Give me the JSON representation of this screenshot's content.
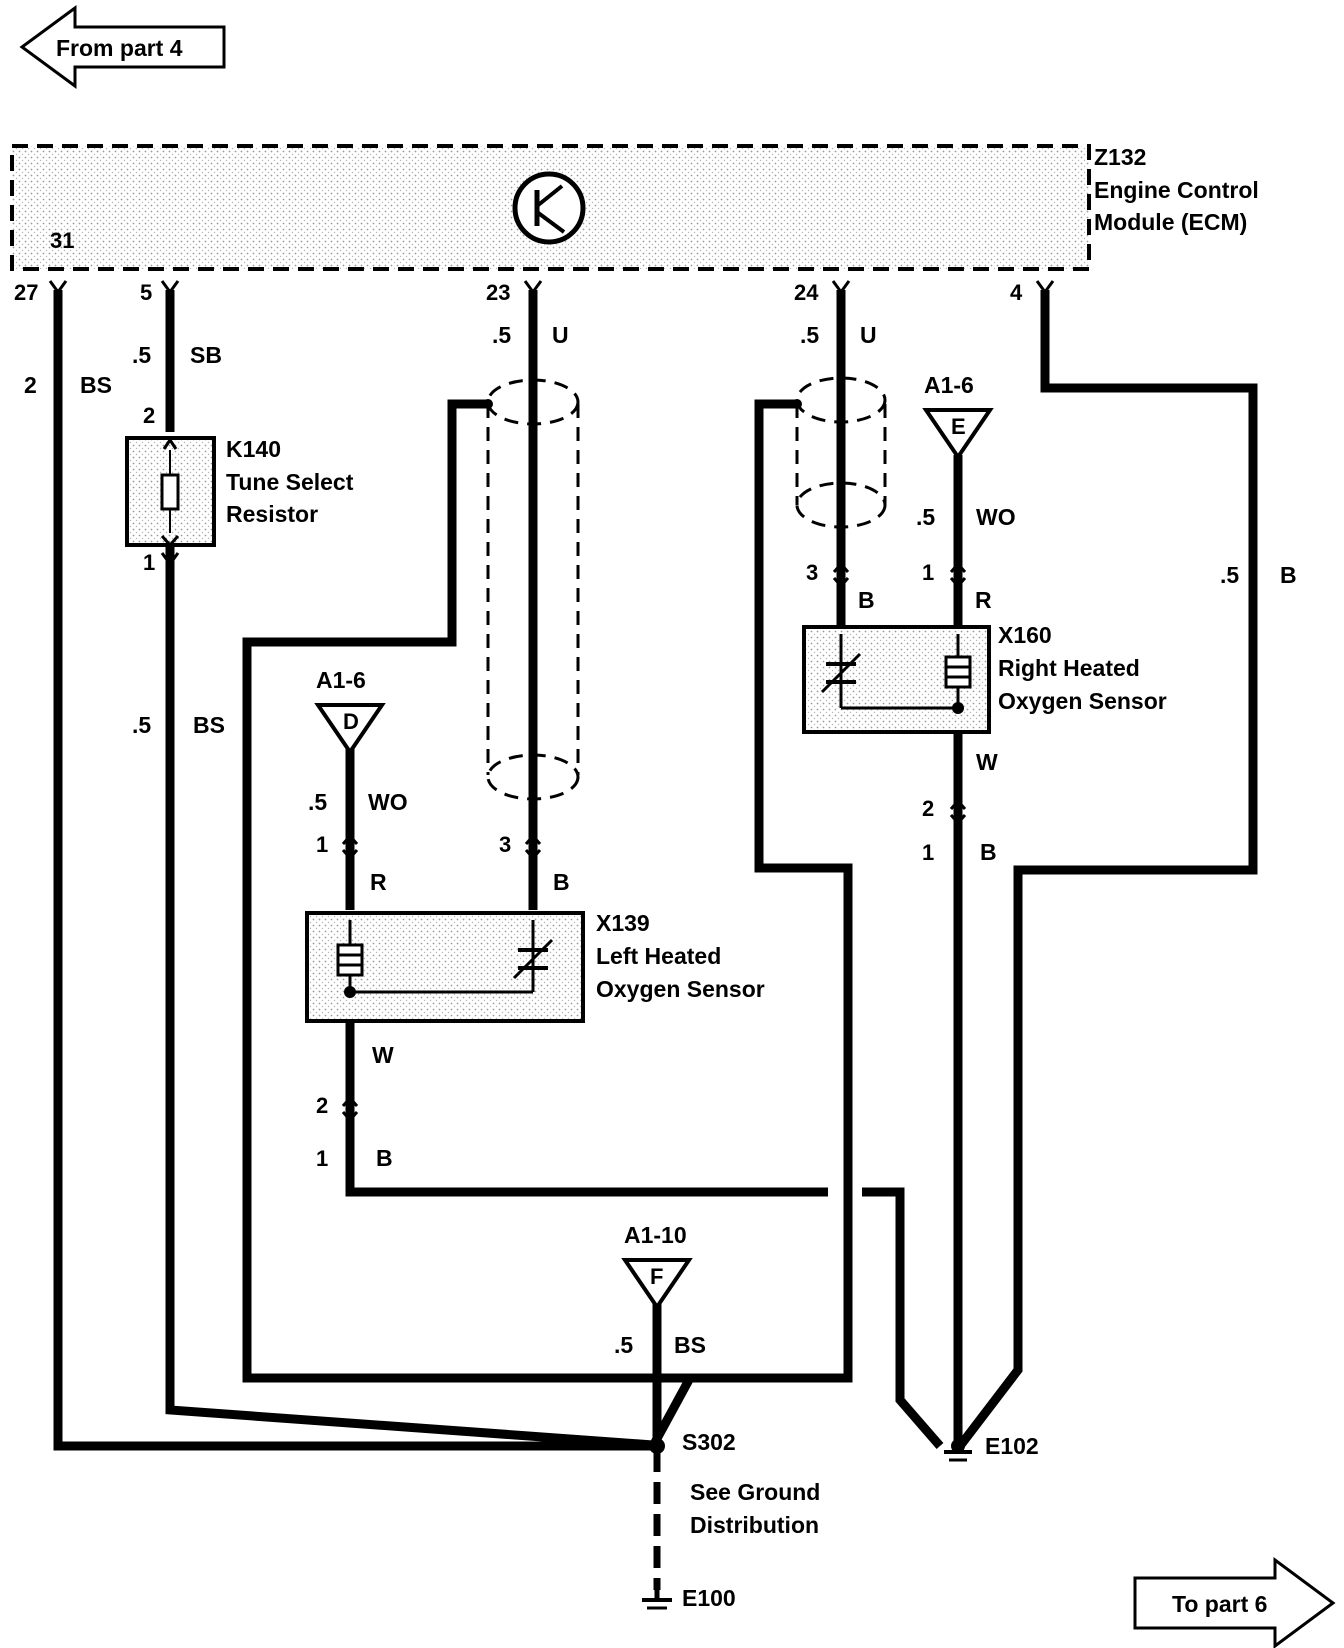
{
  "nav": {
    "from_label": "From part 4",
    "to_label": "To part 6"
  },
  "ecm": {
    "id": "Z132",
    "name_line1": "Engine Control",
    "name_line2": "Module (ECM)",
    "internal_pin": "31",
    "pins": [
      "27",
      "5",
      "23",
      "24",
      "4"
    ]
  },
  "wires": {
    "w27": {
      "size": "2",
      "color": "BS"
    },
    "w5": {
      "size": ".5",
      "color": "SB"
    },
    "w5b": {
      "size": ".5",
      "color": "BS"
    },
    "w23": {
      "size": ".5",
      "color": "U"
    },
    "w24": {
      "size": ".5",
      "color": "U"
    },
    "w4": {
      "size": ".5",
      "color": "B"
    },
    "left_heater": {
      "size": ".5",
      "color": "WO"
    },
    "right_heater": {
      "size": ".5",
      "color": "WO"
    },
    "ground_f": {
      "size": ".5",
      "color": "BS"
    }
  },
  "k140": {
    "id": "K140",
    "name_line1": "Tune Select",
    "name_line2": "Resistor",
    "pin_top": "2",
    "pin_bottom": "1"
  },
  "x139": {
    "id": "X139",
    "name_line1": "Left Heated",
    "name_line2": "Oxygen Sensor",
    "pin1": "1",
    "pin3": "3",
    "color_r": "R",
    "color_b": "B",
    "color_w": "W",
    "conn_top": "2",
    "conn_bottom": "1",
    "conn_color": "B"
  },
  "x160": {
    "id": "X160",
    "name_line1": "Right Heated",
    "name_line2": "Oxygen Sensor",
    "pin3": "3",
    "pin1": "1",
    "color_b": "B",
    "color_r": "R",
    "color_w": "W",
    "conn_top": "2",
    "conn_bottom": "1",
    "conn_color": "B"
  },
  "refs": {
    "left_ref": {
      "code": "A1-6",
      "letter": "D"
    },
    "right_ref": {
      "code": "A1-6",
      "letter": "E"
    },
    "ground_ref": {
      "code": "A1-10",
      "letter": "F"
    }
  },
  "splice": {
    "id": "S302"
  },
  "grounds": {
    "e102": "E102",
    "e100": "E100",
    "note_line1": "See Ground",
    "note_line2": "Distribution"
  }
}
